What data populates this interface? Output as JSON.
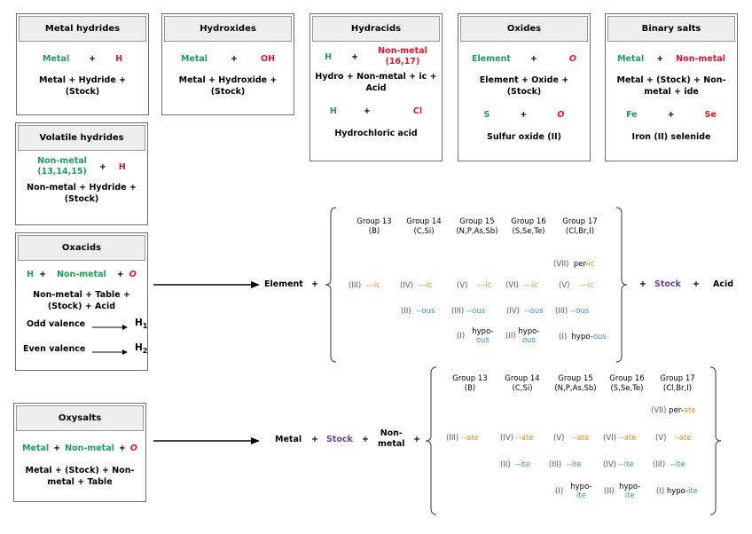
{
  "boxes": {
    "metal_hydrides": {
      "title": "Metal hydrides",
      "a": "Metal",
      "plus": "+",
      "b": "H",
      "rule": "Metal + Hydride + (Stock)"
    },
    "hydroxides": {
      "title": "Hydroxides",
      "a": "Metal",
      "plus": "+",
      "b": "OH",
      "rule": "Metal + Hydroxide + (Stock)"
    },
    "hydracids": {
      "title": "Hydracids",
      "a": "H",
      "plus": "+",
      "b1": "Non-metal",
      "b2": "(16,17)",
      "rule": "Hydro + Non-metal + ic + Acid",
      "ex_a": "H",
      "ex_plus": "+",
      "ex_b": "Cl",
      "ex_name": "Hydrochloric acid"
    },
    "oxides": {
      "title": "Oxides",
      "a": "Element",
      "plus": "+",
      "b": "O",
      "rule": "Element + Oxide + (Stock)",
      "ex_a": "S",
      "ex_plus": "+",
      "ex_b": "O",
      "ex_name": "Sulfur oxide (II)"
    },
    "binary_salts": {
      "title": "Binary salts",
      "a": "Metal",
      "plus": "+",
      "b": "Non-metal",
      "rule": "Metal + (Stock) + Non-metal + ide",
      "ex_a": "Fe",
      "ex_plus": "+",
      "ex_b": "Se",
      "ex_name": "Iron (II) selenide"
    },
    "volatile_hydrides": {
      "title": "Volatile hydrides",
      "a1": "Non-metal",
      "a2": "(13,14,15)",
      "plus": "+",
      "b": "H",
      "rule": "Non-metal + Hydride + (Stock)"
    },
    "oxacids": {
      "title": "Oxacids",
      "a": "H",
      "plus1": "+",
      "b": "Non-metal",
      "plus2": "+",
      "c": "O",
      "rule": "Non-metal + Table + (Stock) + Acid",
      "odd": "Odd valence",
      "odd_h": "H",
      "odd_sub": "1",
      "even": "Even valence",
      "even_h": "H",
      "even_sub": "2"
    },
    "oxysalts": {
      "title": "Oxysalts",
      "a": "Metal",
      "plus1": "+",
      "b": "Non-metal",
      "plus2": "+",
      "c": "O",
      "rule": "Metal + (Stock) + Non-metal + Table"
    }
  },
  "oxacid_formula": {
    "prefix": "Element",
    "prefix_plus": "+",
    "suffix_plus1": "+",
    "stock": "Stock",
    "suffix_plus2": "+",
    "acid": "Acid",
    "groups": [
      {
        "name": "Group 13",
        "elements": "(B)"
      },
      {
        "name": "Group 14",
        "elements": "(C,Si)"
      },
      {
        "name": "Group 15",
        "elements": "(N,P,As,Sb)"
      },
      {
        "name": "Group 16",
        "elements": "(S,Se,Te)"
      },
      {
        "name": "Group 17",
        "elements": "(Cl,Br,I)"
      }
    ],
    "per": {
      "val": "(VII)",
      "pre": "per-",
      "suf": "ic"
    },
    "ic_row": [
      {
        "val": "(III)",
        "suf": "---ic"
      },
      {
        "val": "(IV)",
        "suf": "---ic"
      },
      {
        "val": "(V)",
        "suf": "---ic"
      },
      {
        "val": "(VI)",
        "suf": "---ic"
      },
      {
        "val": "(V)",
        "suf": "---ic"
      }
    ],
    "ous_row": [
      {
        "val": "(II)",
        "suf": "--ous"
      },
      {
        "val": "(III)",
        "suf": "--ous"
      },
      {
        "val": "(IV)",
        "suf": "--ous"
      },
      {
        "val": "(III)",
        "suf": "--ous"
      }
    ],
    "hypo_row": [
      {
        "val": "(I)",
        "pre": "hypo-",
        "suf": "ous"
      },
      {
        "val": "(II)",
        "pre": "hypo-",
        "suf": "ous"
      },
      {
        "val": "(I)",
        "pre": "hypo-",
        "suf": "ous"
      }
    ]
  },
  "oxysalt_formula": {
    "metal": "Metal",
    "plus1": "+",
    "stock": "Stock",
    "plus2": "+",
    "nonmetal1": "Non-",
    "nonmetal2": "metal",
    "plus3": "+",
    "groups": [
      {
        "name": "Group 13",
        "elements": "(B)"
      },
      {
        "name": "Group 14",
        "elements": "(C,Si)"
      },
      {
        "name": "Group 15",
        "elements": "(N,P,As,Sb)"
      },
      {
        "name": "Group 16",
        "elements": "(S,Se,Te)"
      },
      {
        "name": "Group 17",
        "elements": "(Cl,Br,I)"
      }
    ],
    "per": {
      "val": "(VII)",
      "pre": "per-",
      "suf": "ate"
    },
    "ate_row": [
      {
        "val": "(III)",
        "suf": "--ate"
      },
      {
        "val": "(IV)",
        "suf": "--ate"
      },
      {
        "val": "(V)",
        "suf": "--ate"
      },
      {
        "val": "(VI)",
        "suf": "--ate"
      },
      {
        "val": "(V)",
        "suf": "--ate"
      }
    ],
    "ite_row": [
      {
        "val": "(II)",
        "suf": "--ite"
      },
      {
        "val": "(III)",
        "suf": "--ite"
      },
      {
        "val": "(IV)",
        "suf": "--ite"
      },
      {
        "val": "(III)",
        "suf": "--ite"
      }
    ],
    "hypo_row": [
      {
        "val": "(I)",
        "pre": "hypo-",
        "suf": "ite"
      },
      {
        "val": "(II)",
        "pre": "hypo-",
        "suf": "ite"
      },
      {
        "val": "(I)",
        "pre": "hypo-",
        "suf": "ite"
      }
    ]
  },
  "colors": {
    "metal_green": "#1d9e5b",
    "nonmetal_red": "#e5142a",
    "stock_purple": "#6b3fa0",
    "ic_orange": "#f08a1c",
    "ous_blue": "#3a8fe0"
  }
}
